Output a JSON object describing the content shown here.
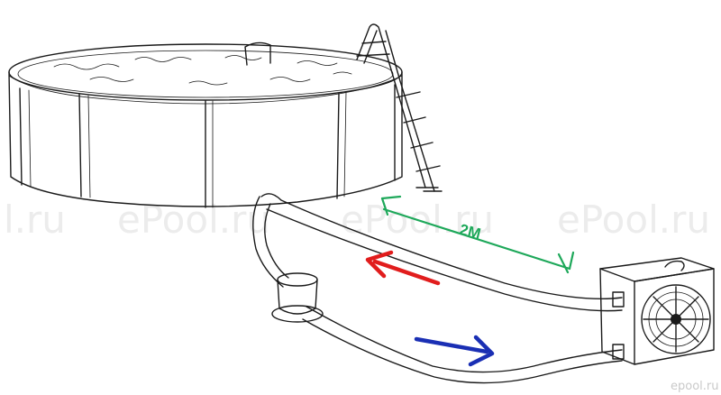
{
  "watermark": {
    "text_left": "l.ru",
    "text_mid": "ePool.ru",
    "text_center": "ePool.ru",
    "text_right": "ePool.ru",
    "corner": "epool.ru"
  },
  "dimension": {
    "label": "2M",
    "color": "#1ea85a"
  },
  "flow": {
    "return_color": "#e11d1d",
    "supply_color": "#1a2fb4"
  },
  "icons": {
    "return_arrow": "arrow-left-icon",
    "supply_arrow": "arrow-right-icon"
  }
}
